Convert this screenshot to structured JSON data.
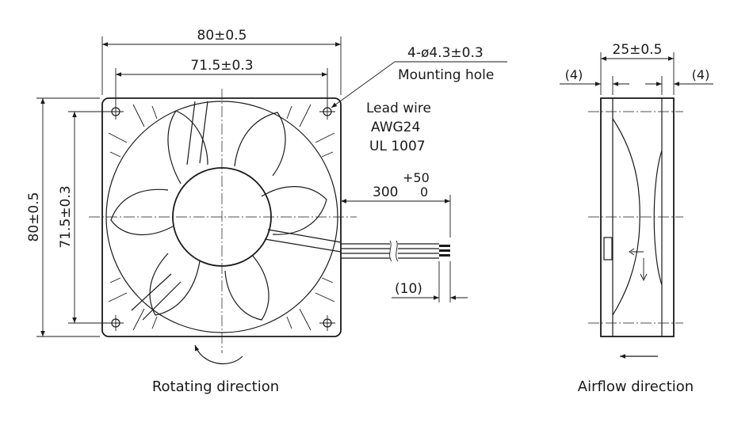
{
  "front_view": {
    "overall_width": "80±0.5",
    "hole_pitch_width": "71.5±0.3",
    "overall_height": "80±0.5",
    "hole_pitch_height": "71.5±0.3",
    "mounting_hole_spec": "4-ø4.3±0.3",
    "mounting_hole_label": "Mounting hole",
    "lead_wire": [
      "Lead wire",
      "AWG24",
      "UL 1007"
    ],
    "lead_length": "300",
    "lead_tol_plus": "+50",
    "lead_tol_minus": "0",
    "strip_length": "(10)",
    "caption": "Rotating direction"
  },
  "side_view": {
    "depth": "25±0.5",
    "flange_left": "(4)",
    "flange_right": "(4)",
    "caption": "Airflow direction"
  }
}
